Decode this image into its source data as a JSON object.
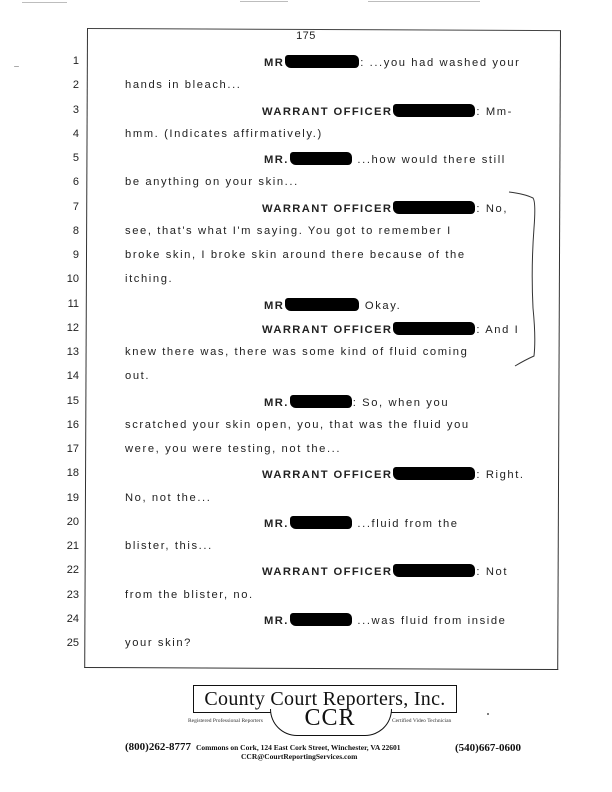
{
  "document": {
    "page_number": "175",
    "redaction_label": "redacted name",
    "lines": [
      {
        "no": "1",
        "indent": "speaker",
        "speaker": "MR",
        "punct": ":",
        "text": " ...you had washed your"
      },
      {
        "no": "2",
        "indent": "body",
        "text": "hands in bleach..."
      },
      {
        "no": "3",
        "indent": "speaker",
        "speaker": "WARRANT OFFICER",
        "punct": ":",
        "text": " Mm-"
      },
      {
        "no": "4",
        "indent": "body",
        "text": "hmm. (Indicates affirmatively.)"
      },
      {
        "no": "5",
        "indent": "speaker",
        "speaker": "MR.",
        "punct": "",
        "text": " ...how would there still"
      },
      {
        "no": "6",
        "indent": "body",
        "text": "be anything on your skin..."
      },
      {
        "no": "7",
        "indent": "speaker",
        "speaker": "WARRANT OFFICER",
        "punct": ":",
        "text": " No,"
      },
      {
        "no": "8",
        "indent": "body",
        "text": "see, that's what I'm saying. You got to remember I"
      },
      {
        "no": "9",
        "indent": "body",
        "text": "broke skin, I broke skin around there because of the"
      },
      {
        "no": "10",
        "indent": "body",
        "text": "itching."
      },
      {
        "no": "11",
        "indent": "speaker",
        "speaker": "MR",
        "punct": "",
        "text": " Okay."
      },
      {
        "no": "12",
        "indent": "speaker",
        "speaker": "WARRANT OFFICER",
        "punct": ":",
        "text": " And I"
      },
      {
        "no": "13",
        "indent": "body",
        "text": "knew there was, there was some kind of fluid coming"
      },
      {
        "no": "14",
        "indent": "body",
        "text": "out."
      },
      {
        "no": "15",
        "indent": "speaker",
        "speaker": "MR.",
        "punct": ":",
        "text": " So, when you"
      },
      {
        "no": "16",
        "indent": "body",
        "text": "scratched your skin open, you, that was the fluid you"
      },
      {
        "no": "17",
        "indent": "body",
        "text": "were, you were testing, not the..."
      },
      {
        "no": "18",
        "indent": "speaker",
        "speaker": "WARRANT OFFICER",
        "punct": ":",
        "text": " Right."
      },
      {
        "no": "19",
        "indent": "body",
        "text": "No, not the..."
      },
      {
        "no": "20",
        "indent": "speaker",
        "speaker": "MR.",
        "punct": "",
        "text": " ...fluid from the"
      },
      {
        "no": "21",
        "indent": "body",
        "text": "blister, this..."
      },
      {
        "no": "22",
        "indent": "speaker",
        "speaker": "WARRANT OFFICER",
        "punct": ":",
        "text": " Not"
      },
      {
        "no": "23",
        "indent": "body",
        "text": "from the blister, no."
      },
      {
        "no": "24",
        "indent": "speaker",
        "speaker": "MR.",
        "punct": "",
        "text": " ...was fluid from inside"
      },
      {
        "no": "25",
        "indent": "body",
        "text": "your skin?"
      }
    ]
  },
  "footer": {
    "company_name": "County Court Reporters, Inc.",
    "logo_initials": "CCR",
    "left_credential": "Registered Professional Reporters",
    "right_credential": "Certified Video Technician",
    "phone_left": "(800)262-8777",
    "address": "Commons on Cork, 124 East Cork Street, Winchester, VA  22601",
    "email": "CCR@CourtReportingServices.com",
    "phone_right": "(540)667-0600"
  }
}
